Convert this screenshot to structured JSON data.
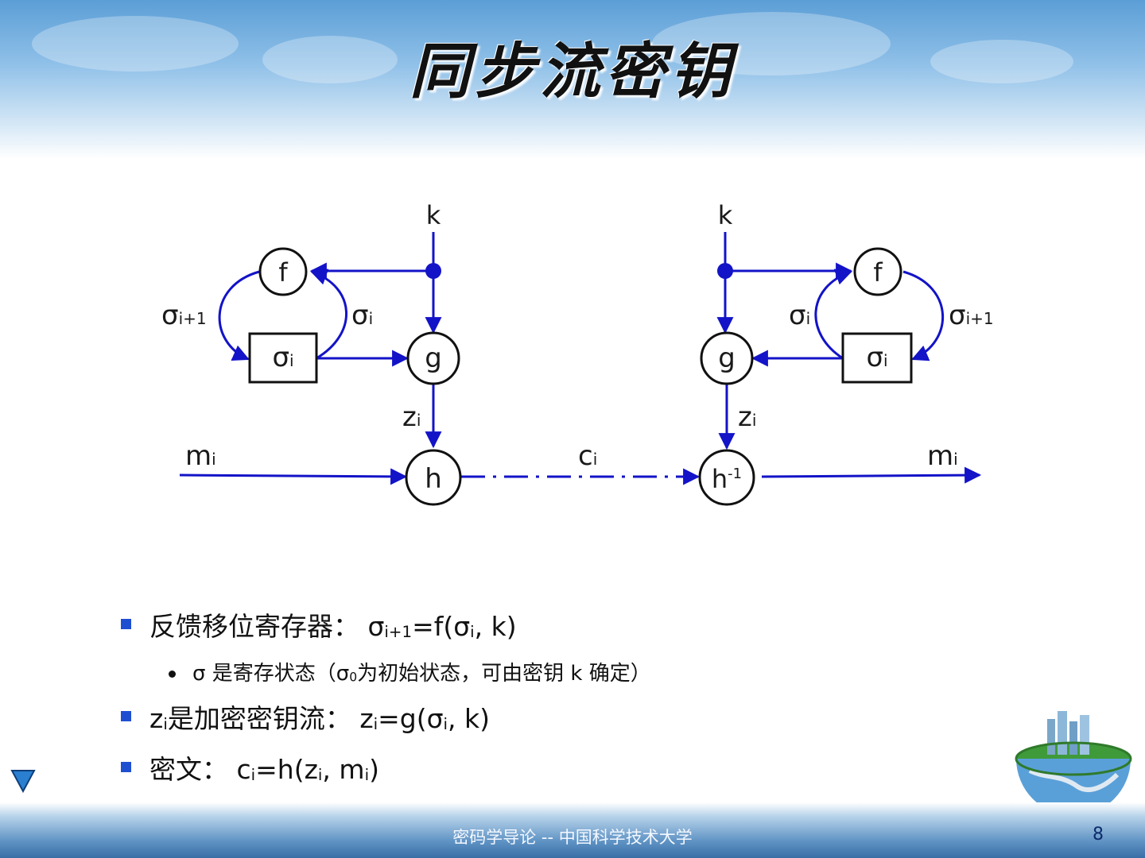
{
  "title": "同步流密钥",
  "diagram": {
    "left": {
      "key": "k",
      "f_node": "f",
      "state_box": {
        "base": "σ",
        "sub": "i"
      },
      "g_node": "g",
      "h_node": "h",
      "label_sigma_next": {
        "base": "σ",
        "sub": "i+1"
      },
      "label_sigma": {
        "base": "σ",
        "sub": "i"
      },
      "label_z": {
        "base": "z",
        "sub": "i"
      },
      "label_m": {
        "base": "m",
        "sub": "i"
      }
    },
    "channel_label": {
      "base": "c",
      "sub": "i"
    },
    "right": {
      "key": "k",
      "f_node": "f",
      "state_box": {
        "base": "σ",
        "sub": "i"
      },
      "g_node": "g",
      "hinv_node": {
        "base": "h",
        "sup": "-1"
      },
      "label_sigma_next": {
        "base": "σ",
        "sub": "i+1"
      },
      "label_sigma": {
        "base": "σ",
        "sub": "i"
      },
      "label_z": {
        "base": "z",
        "sub": "i"
      },
      "label_m": {
        "base": "m",
        "sub": "i"
      }
    }
  },
  "bullets": {
    "b1": {
      "text": "反馈移位寄存器：",
      "f1": "σ",
      "s1": "i+1",
      "f2": "=f(σ",
      "s2": "i",
      "f3": ", k)"
    },
    "b1a": {
      "p1": "σ 是寄存状态（",
      "p2": "σ",
      "s1": "0",
      "p3": "为初始状态，可由密钥 k 确定）"
    },
    "b2": {
      "p1": "z",
      "s1": "i",
      "p2": "是加密密钥流：",
      "p3": "z",
      "s2": "i",
      "p4": "=g(σ",
      "s3": "i",
      "p5": ", k)"
    },
    "b3": {
      "p1": "密文：",
      "p2": "c",
      "s1": "i",
      "p3": "=h(z",
      "s2": "i",
      "p4": ", m",
      "s3": "i",
      "p5": ")"
    }
  },
  "footer": {
    "text": "密码学导论 -- 中国科学技术大学",
    "page": "8"
  },
  "colors": {
    "arrow": "#1313c8",
    "bullet": "#1f4fd1",
    "header": "#5b9ed6"
  }
}
